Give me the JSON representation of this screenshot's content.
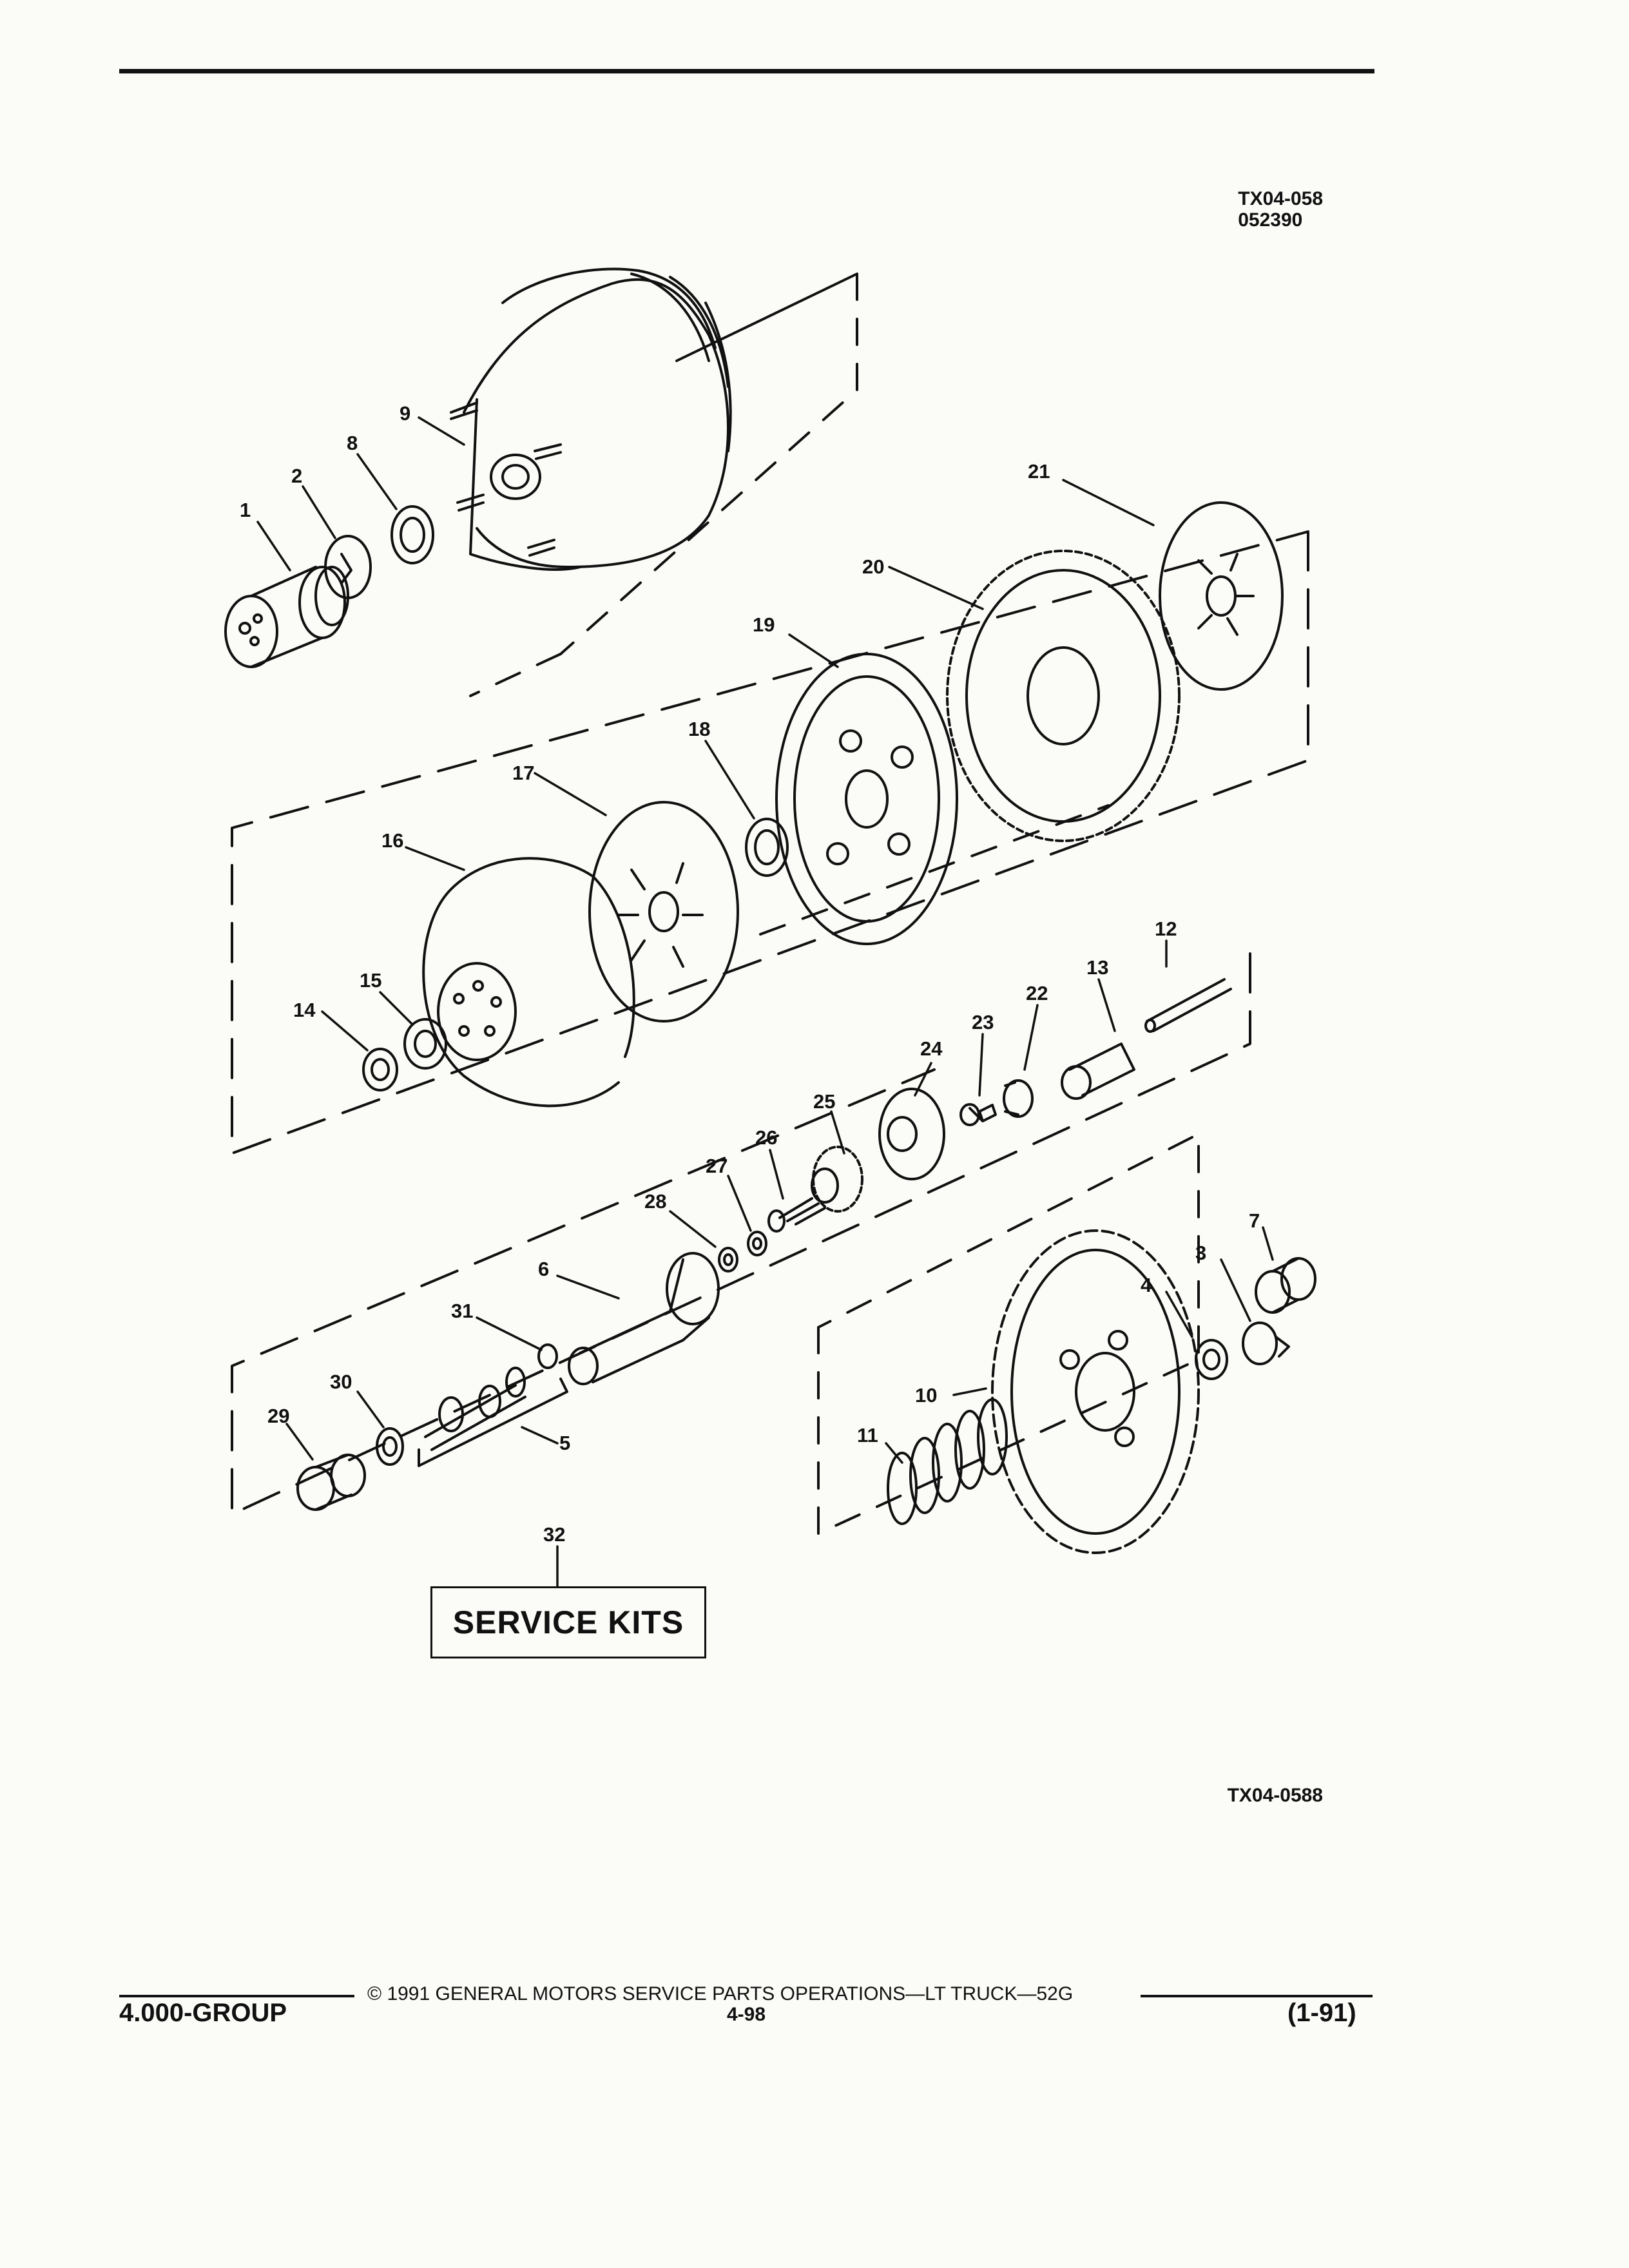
{
  "header": {
    "ref_code_top": "TX04-058",
    "ref_date": "052390"
  },
  "figure": {
    "ref_code_bottom": "TX04-0588",
    "service_kit_label": "SERVICE KITS",
    "callouts": [
      "1",
      "2",
      "3",
      "4",
      "5",
      "6",
      "7",
      "8",
      "9",
      "10",
      "11",
      "12",
      "13",
      "14",
      "15",
      "16",
      "17",
      "18",
      "19",
      "20",
      "21",
      "22",
      "23",
      "24",
      "25",
      "26",
      "27",
      "28",
      "29",
      "30",
      "31",
      "32"
    ]
  },
  "footer": {
    "copyright": "© 1991 GENERAL MOTORS SERVICE PARTS OPERATIONS—LT TRUCK—52G",
    "group": "4.000-GROUP",
    "page_number": "4-98",
    "revision": "(1-91)"
  }
}
